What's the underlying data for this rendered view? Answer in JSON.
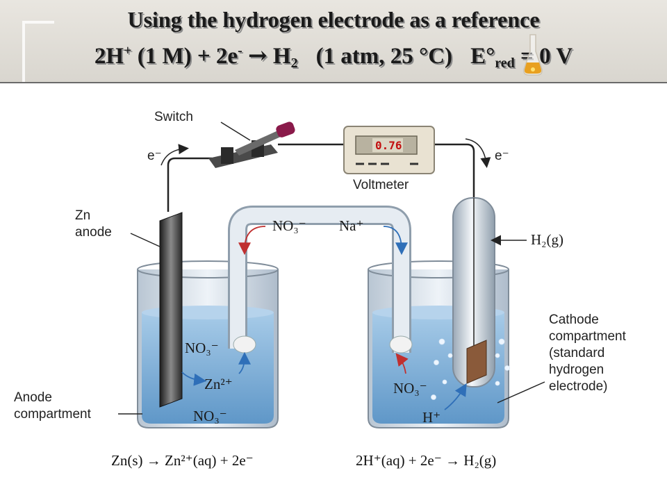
{
  "header": {
    "title": "Using the hydrogen electrode as a reference",
    "eq_2h": "2H",
    "eq_plus": "+",
    "eq_part2": " (1 M) + 2e",
    "eq_minus": "-",
    "eq_arrow": "→",
    "eq_h": " H",
    "eq_2sub": "2",
    "eq_cond": "(1 atm, 25 °C)",
    "eq_e": "E",
    "eq_deg": "°",
    "eq_red": "red",
    "eq_val": " = 0 V"
  },
  "labels": {
    "switch": "Switch",
    "voltmeter": "Voltmeter",
    "reading": "0.76",
    "electron_left": "e⁻",
    "electron_right": "e⁻",
    "zn_line1": "Zn",
    "zn_line2": "anode",
    "h2_gas_label": "H₂(g)",
    "bridge_no3": "NO₃⁻",
    "bridge_na": "Na⁺",
    "anode_no3_top": "NO₃⁻",
    "anode_zn2": "Zn²⁺",
    "anode_no3_bottom": "NO₃⁻",
    "cathode_no3": "NO₃⁻",
    "cathode_h": "H⁺",
    "anode_comp_line1": "Anode",
    "anode_comp_line2": "compartment",
    "cathode_comp_line1": "Cathode",
    "cathode_comp_line2": "compartment",
    "cathode_comp_line3": "(standard",
    "cathode_comp_line4": "hydrogen",
    "cathode_comp_line5": "electrode)"
  },
  "equations": {
    "anode": "Zn(s) → Zn²⁺(aq) + 2e⁻",
    "cathode": "2H⁺(aq) + 2e⁻ → H₂(g)"
  },
  "colors": {
    "solution": "#7fb0d8",
    "glass": "#cfd8e2",
    "wire": "#222222",
    "electrode_zn": "#3a3a3a",
    "electrode_pt": "#8a5a3a",
    "arrow_blue": "#2f6fb8",
    "arrow_red": "#c03030"
  }
}
